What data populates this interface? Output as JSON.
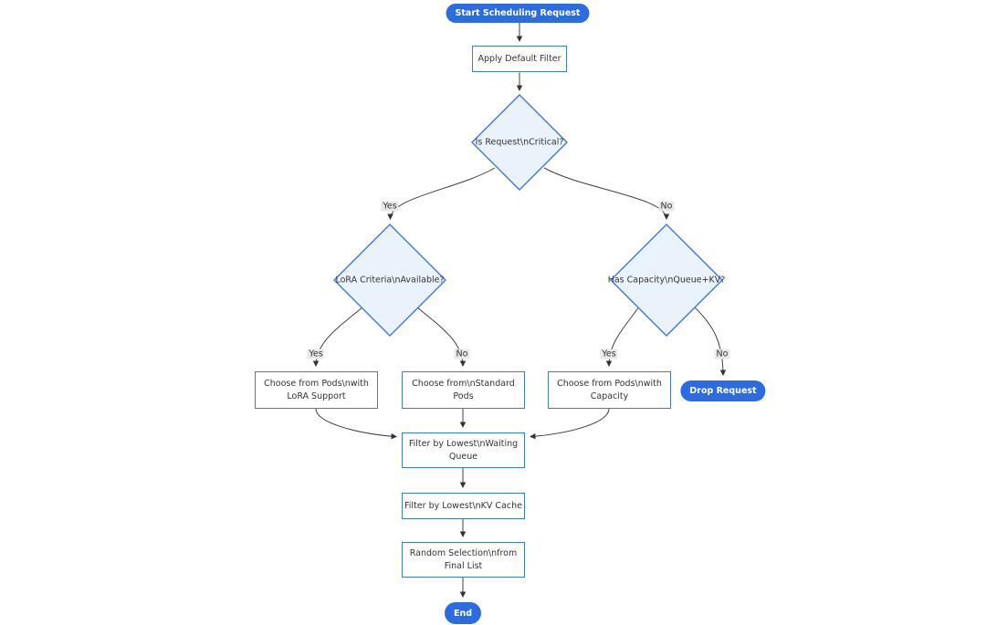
{
  "diagram": {
    "type": "flowchart",
    "direction": "top-down"
  },
  "nodes": {
    "start": "Start Scheduling Request",
    "apply_filter": "Apply Default Filter",
    "is_critical": "Is Request\\nCritical?",
    "lora_criteria": "LoRA Criteria\\nAvailable?",
    "has_capacity": "Has Capacity\\nQueue+KV?",
    "choose_lora_pods": "Choose from Pods\\nwith LoRA Support",
    "choose_standard_pods": "Choose from\\nStandard Pods",
    "choose_capacity_pods": "Choose from Pods\\nwith Capacity",
    "drop_request": "Drop Request",
    "filter_waiting_queue": "Filter by Lowest\\nWaiting Queue",
    "filter_kv_cache": "Filter by Lowest\\nKV Cache",
    "random_selection": "Random Selection\\nfrom Final List",
    "end": "End"
  },
  "edge_labels": {
    "critical_yes": "Yes",
    "critical_no": "No",
    "lora_yes": "Yes",
    "lora_no": "No",
    "capacity_yes": "Yes",
    "capacity_no": "No"
  },
  "edges": [
    {
      "from": "start",
      "to": "apply_filter",
      "label": ""
    },
    {
      "from": "apply_filter",
      "to": "is_critical",
      "label": ""
    },
    {
      "from": "is_critical",
      "to": "lora_criteria",
      "label": "Yes"
    },
    {
      "from": "is_critical",
      "to": "has_capacity",
      "label": "No"
    },
    {
      "from": "lora_criteria",
      "to": "choose_lora_pods",
      "label": "Yes"
    },
    {
      "from": "lora_criteria",
      "to": "choose_standard_pods",
      "label": "No"
    },
    {
      "from": "has_capacity",
      "to": "choose_capacity_pods",
      "label": "Yes"
    },
    {
      "from": "has_capacity",
      "to": "drop_request",
      "label": "No"
    },
    {
      "from": "choose_lora_pods",
      "to": "filter_waiting_queue",
      "label": ""
    },
    {
      "from": "choose_standard_pods",
      "to": "filter_waiting_queue",
      "label": ""
    },
    {
      "from": "choose_capacity_pods",
      "to": "filter_waiting_queue",
      "label": ""
    },
    {
      "from": "filter_waiting_queue",
      "to": "filter_kv_cache",
      "label": ""
    },
    {
      "from": "filter_kv_cache",
      "to": "random_selection",
      "label": ""
    },
    {
      "from": "random_selection",
      "to": "end",
      "label": ""
    }
  ],
  "colors": {
    "terminal_fill": "#2b6de0",
    "terminal_text": "#ffffff",
    "node_fill": "#ffffff",
    "node_border": "#3d79e2",
    "decision_fill": "#eaf2fc",
    "edge_line": "#404040",
    "edge_label_bg": "#e8e8e8",
    "text": "#333333",
    "background": "#ffffff"
  }
}
